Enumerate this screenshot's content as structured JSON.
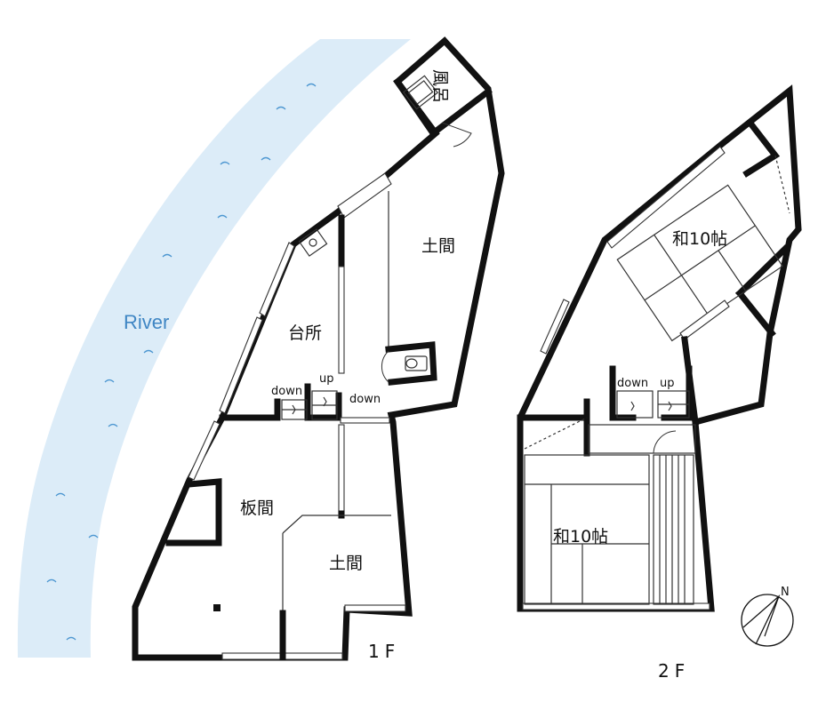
{
  "river": {
    "label": "River",
    "color": "#dcecf8",
    "text_color": "#3f86c4"
  },
  "floor1": {
    "label": "1F",
    "rooms": {
      "bath": "風呂",
      "doma_upper": "土間",
      "kitchen": "台所",
      "itama": "板間",
      "doma_lower": "土間"
    },
    "stairs": {
      "up": "up",
      "down_left": "down",
      "down_right": "down"
    }
  },
  "floor2": {
    "label": "2F",
    "rooms": {
      "washitsu_upper": "和10帖",
      "washitsu_lower": "和10帖"
    },
    "stairs": {
      "down": "down",
      "up": "up"
    }
  },
  "compass": {
    "north": "N"
  },
  "icons": [
    "compass-icon",
    "toilet-icon",
    "bathtub-icon",
    "sink-icon"
  ]
}
